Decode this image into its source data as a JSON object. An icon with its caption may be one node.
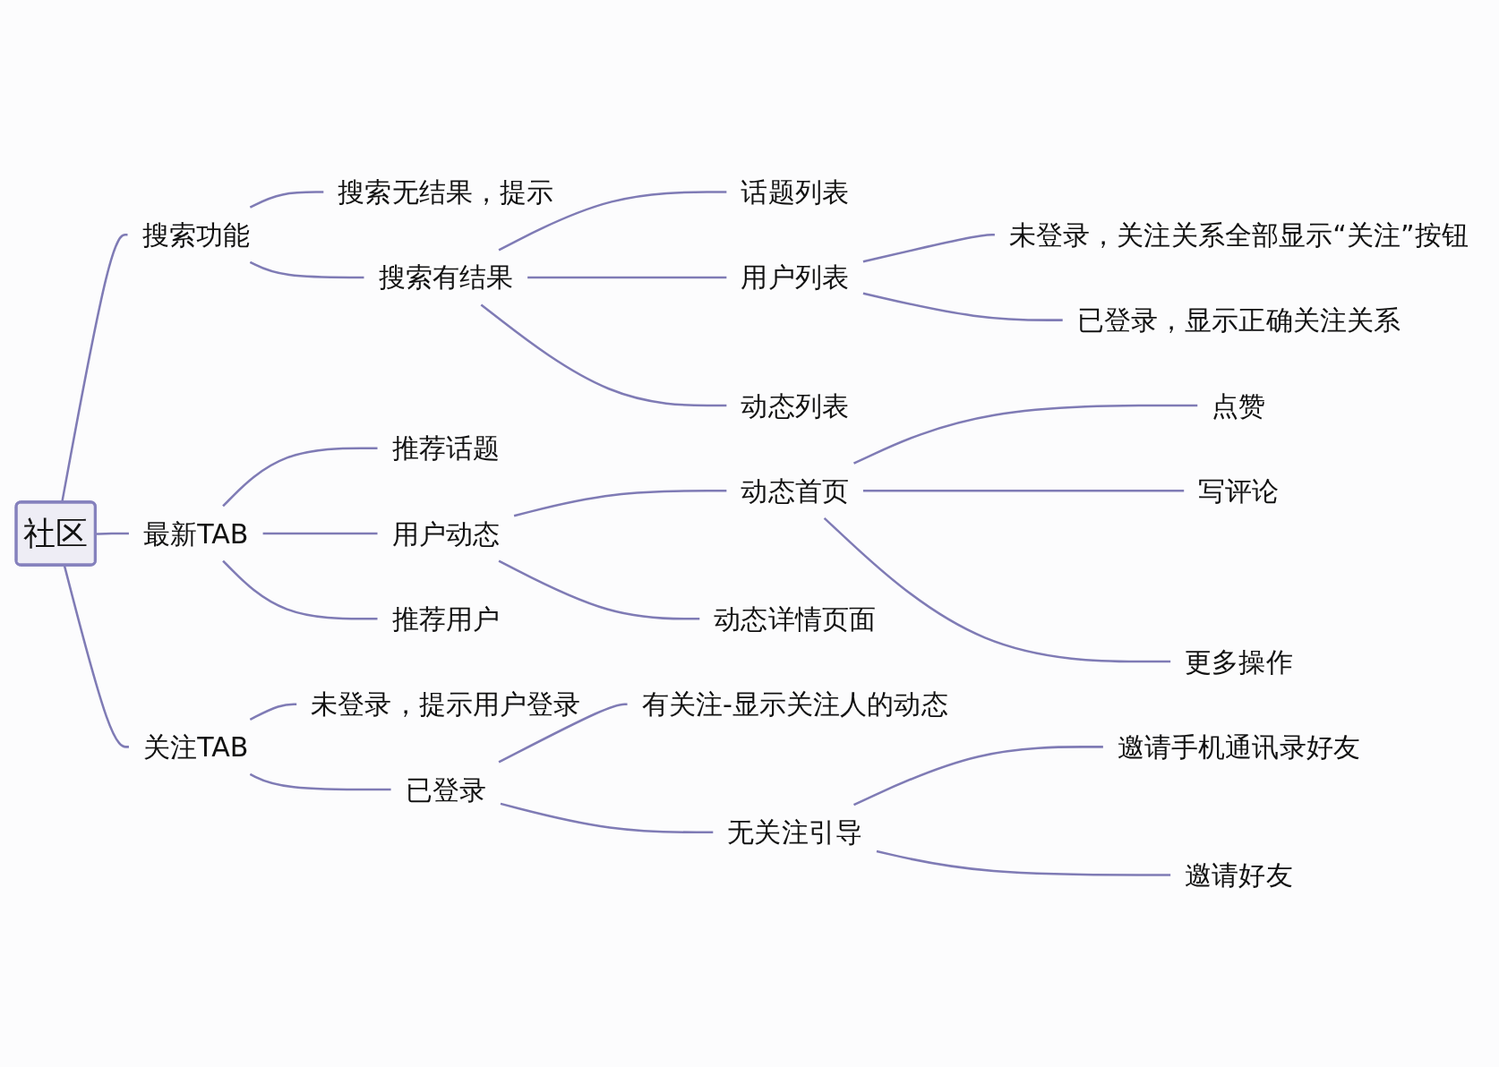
{
  "diagram": {
    "nodes": [
      {
        "text": [
          "社区"
        ]
      },
      {
        "text": [
          "搜索功能"
        ]
      },
      {
        "text": [
          "搜索无结果，提示"
        ]
      },
      {
        "text": [
          "搜索有结果"
        ]
      },
      {
        "text": [
          "话题列表"
        ]
      },
      {
        "text": [
          "用户列表"
        ]
      },
      {
        "text": [
          "未登录，关注关系全部显示“关注”按钮"
        ]
      },
      {
        "text": [
          "已登录，显示正确关注关系"
        ]
      },
      {
        "text": [
          "动态列表"
        ]
      },
      {
        "text": [
          "最新TAB"
        ]
      },
      {
        "text": [
          "推荐话题"
        ]
      },
      {
        "text": [
          "用户动态"
        ]
      },
      {
        "text": [
          "动态首页"
        ]
      },
      {
        "text": [
          "点赞"
        ]
      },
      {
        "text": [
          "写评论"
        ]
      },
      {
        "text": [
          "更多操作"
        ]
      },
      {
        "text": [
          "动态详情页面"
        ]
      },
      {
        "text": [
          "推荐用户"
        ]
      },
      {
        "text": [
          "关注TAB"
        ]
      },
      {
        "text": [
          "未登录，提示用户登录"
        ]
      },
      {
        "text": [
          "已登录"
        ]
      },
      {
        "text": [
          "有关注-显示关注人的动态"
        ]
      },
      {
        "text": [
          "无关注引导"
        ]
      },
      {
        "text": [
          "邀请手机通讯录好友"
        ]
      },
      {
        "text": [
          "邀请好友"
        ]
      }
    ],
    "edges": [
      {
        "from": 0,
        "to": 1,
        "arrow": "none"
      },
      {
        "from": 1,
        "to": 2,
        "arrow": "none"
      },
      {
        "from": 1,
        "to": 3,
        "arrow": "none"
      },
      {
        "from": 3,
        "to": 4,
        "arrow": "none"
      },
      {
        "from": 3,
        "to": 5,
        "arrow": "none"
      },
      {
        "from": 5,
        "to": 6,
        "arrow": "none"
      },
      {
        "from": 5,
        "to": 7,
        "arrow": "none"
      },
      {
        "from": 3,
        "to": 8,
        "arrow": "none"
      },
      {
        "from": 0,
        "to": 9,
        "arrow": "none"
      },
      {
        "from": 9,
        "to": 10,
        "arrow": "none"
      },
      {
        "from": 9,
        "to": 11,
        "arrow": "none"
      },
      {
        "from": 11,
        "to": 12,
        "arrow": "none"
      },
      {
        "from": 12,
        "to": 13,
        "arrow": "none"
      },
      {
        "from": 12,
        "to": 14,
        "arrow": "none"
      },
      {
        "from": 12,
        "to": 15,
        "arrow": "none"
      },
      {
        "from": 11,
        "to": 16,
        "arrow": "none"
      },
      {
        "from": 9,
        "to": 17,
        "arrow": "none"
      },
      {
        "from": 0,
        "to": 18,
        "arrow": "none"
      },
      {
        "from": 18,
        "to": 19,
        "arrow": "none"
      },
      {
        "from": 18,
        "to": 20,
        "arrow": "none"
      },
      {
        "from": 20,
        "to": 21,
        "arrow": "none"
      },
      {
        "from": 20,
        "to": 22,
        "arrow": "none"
      },
      {
        "from": 22,
        "to": 23,
        "arrow": "none"
      },
      {
        "from": 22,
        "to": 24,
        "arrow": "none"
      }
    ]
  }
}
